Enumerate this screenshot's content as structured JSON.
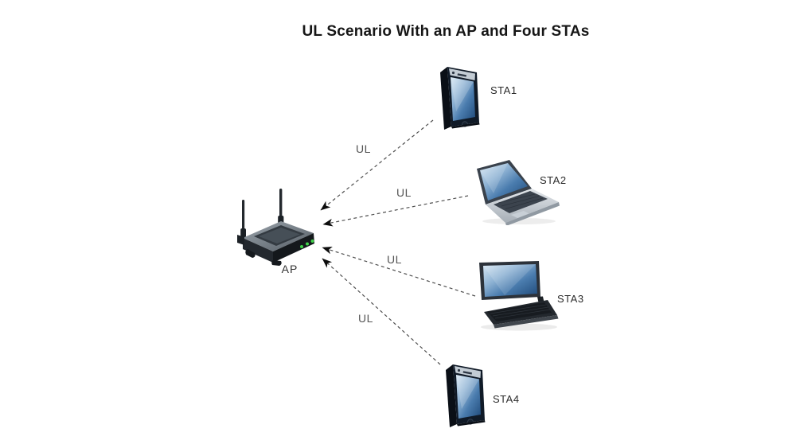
{
  "diagram": {
    "title": "UL Scenario With an AP and Four STAs",
    "ap": {
      "label": "AP",
      "type": "wireless-router"
    },
    "stations": [
      {
        "label": "STA1",
        "type": "smartphone",
        "link_label": "UL"
      },
      {
        "label": "STA2",
        "type": "laptop",
        "link_label": "UL"
      },
      {
        "label": "STA3",
        "type": "laptop",
        "link_label": "UL"
      },
      {
        "label": "STA4",
        "type": "smartphone",
        "link_label": "UL"
      }
    ],
    "colors": {
      "background": "#ffffff",
      "title_text": "#161616",
      "station_label_text": "#2b2b2b",
      "ul_label_text": "#555555",
      "link_line": "#4f4f4f",
      "arrowhead": "#0d0d0d",
      "led_green": "#3fd24a",
      "screen_blue_dark": "#1f4a7a",
      "screen_blue_light": "#d8e8f4"
    }
  }
}
